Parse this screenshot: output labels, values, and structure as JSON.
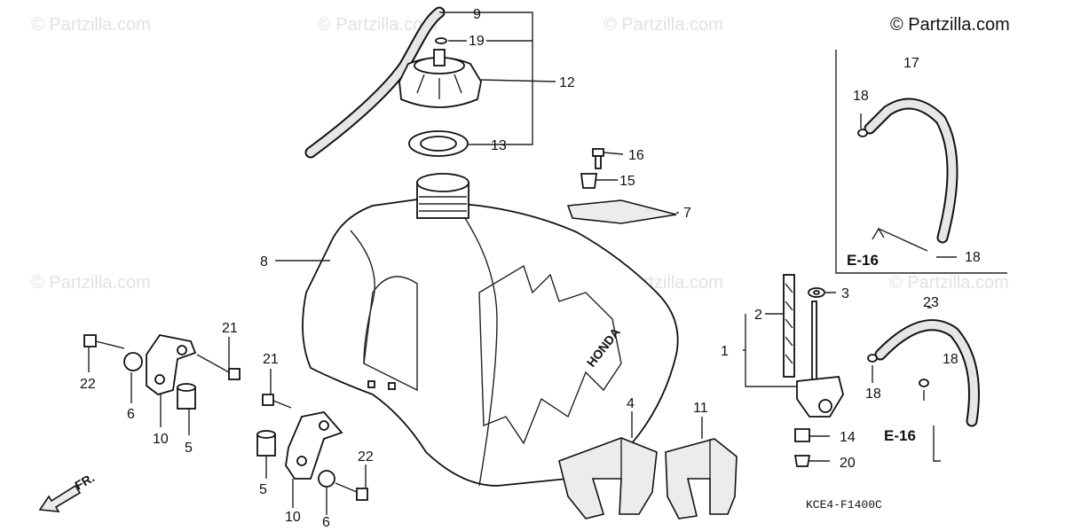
{
  "copyright": "© Partzilla.com",
  "watermark": "© Partzilla.com",
  "diagram_code": "KCE4-F1400C",
  "direction_label": "FR.",
  "tank_logo": "HONDA",
  "ref_labels": [
    "E-16",
    "E-16"
  ],
  "callouts": [
    {
      "n": "9"
    },
    {
      "n": "19"
    },
    {
      "n": "12"
    },
    {
      "n": "13"
    },
    {
      "n": "16"
    },
    {
      "n": "15"
    },
    {
      "n": "7"
    },
    {
      "n": "8"
    },
    {
      "n": "17"
    },
    {
      "n": "18"
    },
    {
      "n": "18"
    },
    {
      "n": "3"
    },
    {
      "n": "2"
    },
    {
      "n": "1"
    },
    {
      "n": "23"
    },
    {
      "n": "18"
    },
    {
      "n": "18"
    },
    {
      "n": "14"
    },
    {
      "n": "20"
    },
    {
      "n": "4"
    },
    {
      "n": "11"
    },
    {
      "n": "21"
    },
    {
      "n": "22"
    },
    {
      "n": "6"
    },
    {
      "n": "10"
    },
    {
      "n": "5"
    },
    {
      "n": "21"
    },
    {
      "n": "5"
    },
    {
      "n": "10"
    },
    {
      "n": "6"
    },
    {
      "n": "22"
    }
  ]
}
